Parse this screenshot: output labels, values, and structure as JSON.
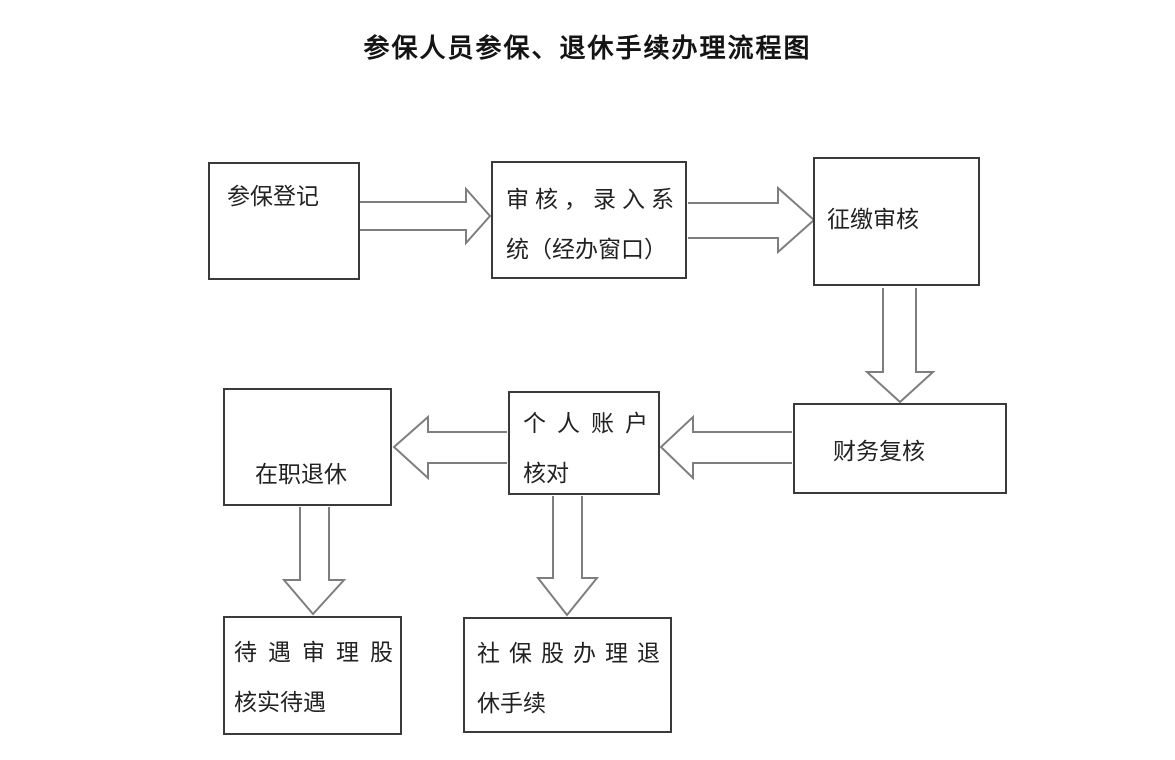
{
  "title": "参保人员参保、退休手续办理流程图",
  "flowchart": {
    "type": "flowchart",
    "colors": {
      "background": "#ffffff",
      "box_border": "#3a3a3a",
      "arrow_stroke": "#7e7e7e",
      "text": "#222222"
    },
    "nodes": [
      {
        "id": "enroll-register",
        "lines": [
          "参保登记"
        ]
      },
      {
        "id": "review-system-entry",
        "lines": [
          "审核，录入系",
          "统（经办窗口）"
        ]
      },
      {
        "id": "collection-review",
        "lines": [
          "征缴审核"
        ]
      },
      {
        "id": "finance-recheck",
        "lines": [
          "财务复核"
        ]
      },
      {
        "id": "personal-account-check",
        "lines": [
          "个人账户",
          "核对"
        ]
      },
      {
        "id": "in-service-retirement",
        "lines": [
          "在职退休"
        ]
      },
      {
        "id": "benefit-review-section",
        "lines": [
          "待遇审理股",
          "核实待遇"
        ]
      },
      {
        "id": "social-security-section",
        "lines": [
          "社保股办理退",
          "休手续"
        ]
      }
    ],
    "edges": [
      {
        "from": "参保登记",
        "to": "审核，录入系统（经办窗口）",
        "direction": "right"
      },
      {
        "from": "审核，录入系统（经办窗口）",
        "to": "征缴审核",
        "direction": "right"
      },
      {
        "from": "征缴审核",
        "to": "财务复核",
        "direction": "down"
      },
      {
        "from": "财务复核",
        "to": "个人账户核对",
        "direction": "left"
      },
      {
        "from": "个人账户核对",
        "to": "在职退休",
        "direction": "left"
      },
      {
        "from": "在职退休",
        "to": "待遇审理股核实待遇",
        "direction": "down"
      },
      {
        "from": "个人账户核对",
        "to": "社保股办理退休手续",
        "direction": "down"
      }
    ]
  }
}
